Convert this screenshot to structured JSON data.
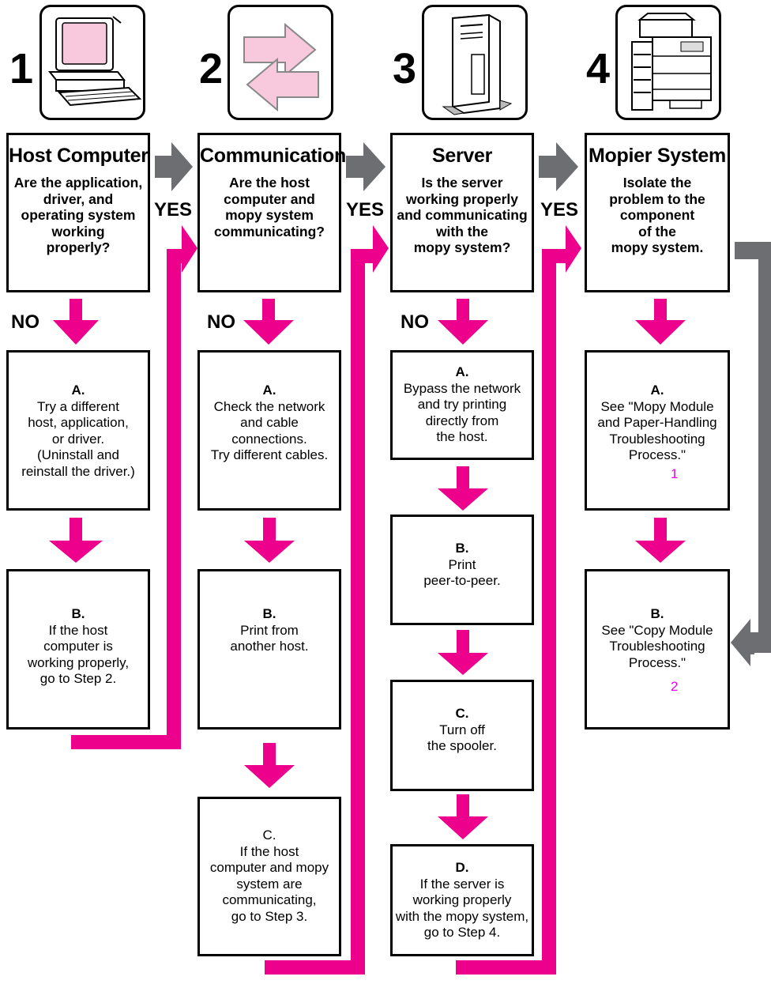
{
  "colors": {
    "magenta": "#ec008c",
    "gray": "#6d6e71",
    "ink": "#000000",
    "ref": "#e800e8"
  },
  "steps": [
    {
      "number": "1",
      "icon": "computer-icon",
      "title": "Host Computer",
      "question": "Are the application,\ndriver, and\noperating system\nworking\nproperly?",
      "actions": [
        {
          "letter": "A.",
          "text": "Try a different\nhost, application,\nor driver.\n(Uninstall and\nreinstall the driver.)"
        },
        {
          "letter": "B.",
          "text": "If the host\ncomputer is\nworking properly,\ngo to Step 2."
        }
      ]
    },
    {
      "number": "2",
      "icon": "transfer-arrows-icon",
      "title": "Communication",
      "question": "Are the host\ncomputer and\nmopy system\ncommunicating?",
      "actions": [
        {
          "letter": "A.",
          "text": "Check the network\nand cable\nconnections.\nTry different cables."
        },
        {
          "letter": "B.",
          "text": "Print from\nanother host."
        },
        {
          "letter": "C.",
          "text": "If the host\ncomputer and mopy\nsystem are\ncommunicating,\ngo to Step 3."
        }
      ]
    },
    {
      "number": "3",
      "icon": "server-icon",
      "title": "Server",
      "question": "Is the server\nworking properly\nand communicating\nwith the\nmopy system?",
      "actions": [
        {
          "letter": "A.",
          "text": "Bypass the network\nand try printing\ndirectly from\nthe host."
        },
        {
          "letter": "B.",
          "text": "Print\npeer-to-peer."
        },
        {
          "letter": "C.",
          "text": "Turn off\nthe spooler."
        },
        {
          "letter": "D.",
          "text": "If the server is\nworking properly\nwith the mopy system,\ngo to Step 4."
        }
      ]
    },
    {
      "number": "4",
      "icon": "mopier-icon",
      "title": "Mopier System",
      "question": "Isolate the\nproblem to the\ncomponent\nof the\nmopy system.",
      "actions": [
        {
          "letter": "A.",
          "text": "See \"Mopy Module\nand Paper-Handling\nTroubleshooting\nProcess.\"",
          "ref": "1"
        },
        {
          "letter": "B.",
          "text": "See \"Copy Module\nTroubleshooting\nProcess.\"",
          "ref": "2"
        }
      ]
    }
  ],
  "labels": {
    "yes": "YES",
    "no": "NO"
  }
}
